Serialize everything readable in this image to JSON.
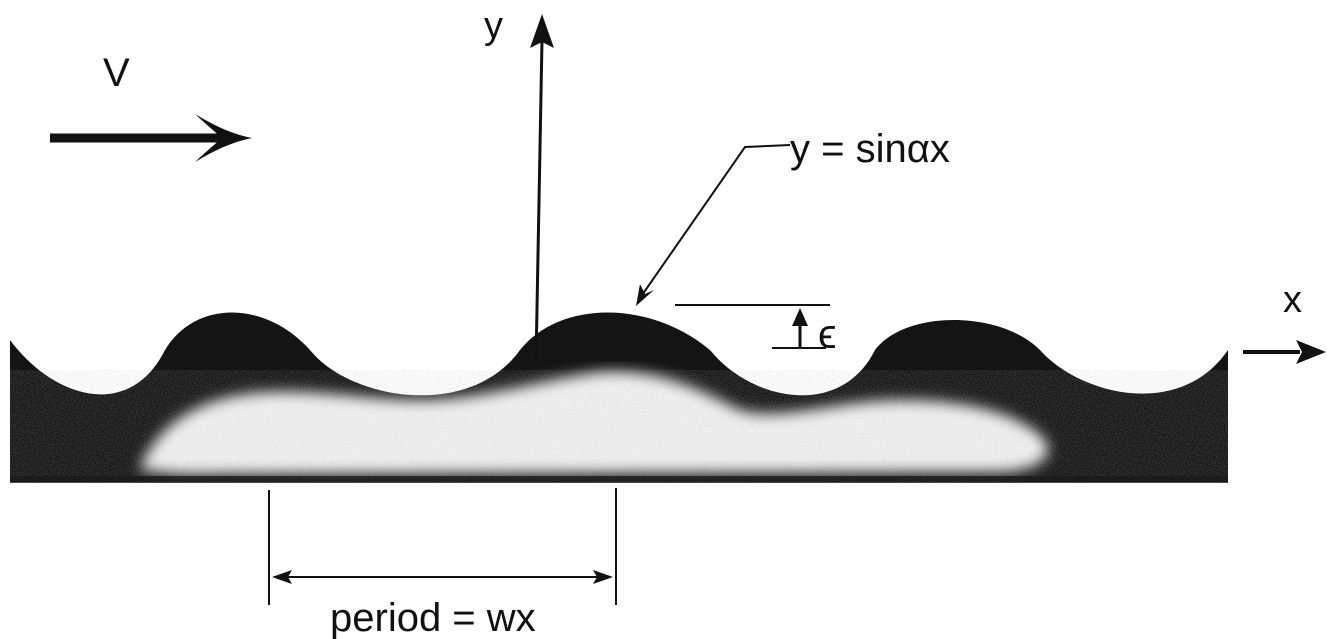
{
  "labels": {
    "velocity": "V",
    "y_axis": "y",
    "x_axis": "x",
    "surface_equation": "y = sinαx",
    "amplitude": "ϵ",
    "period": "period = wx"
  },
  "colors": {
    "ink": "#111111",
    "background": "#ffffff",
    "body_fill": "#141414",
    "interior_light": "#f2f2f2"
  }
}
